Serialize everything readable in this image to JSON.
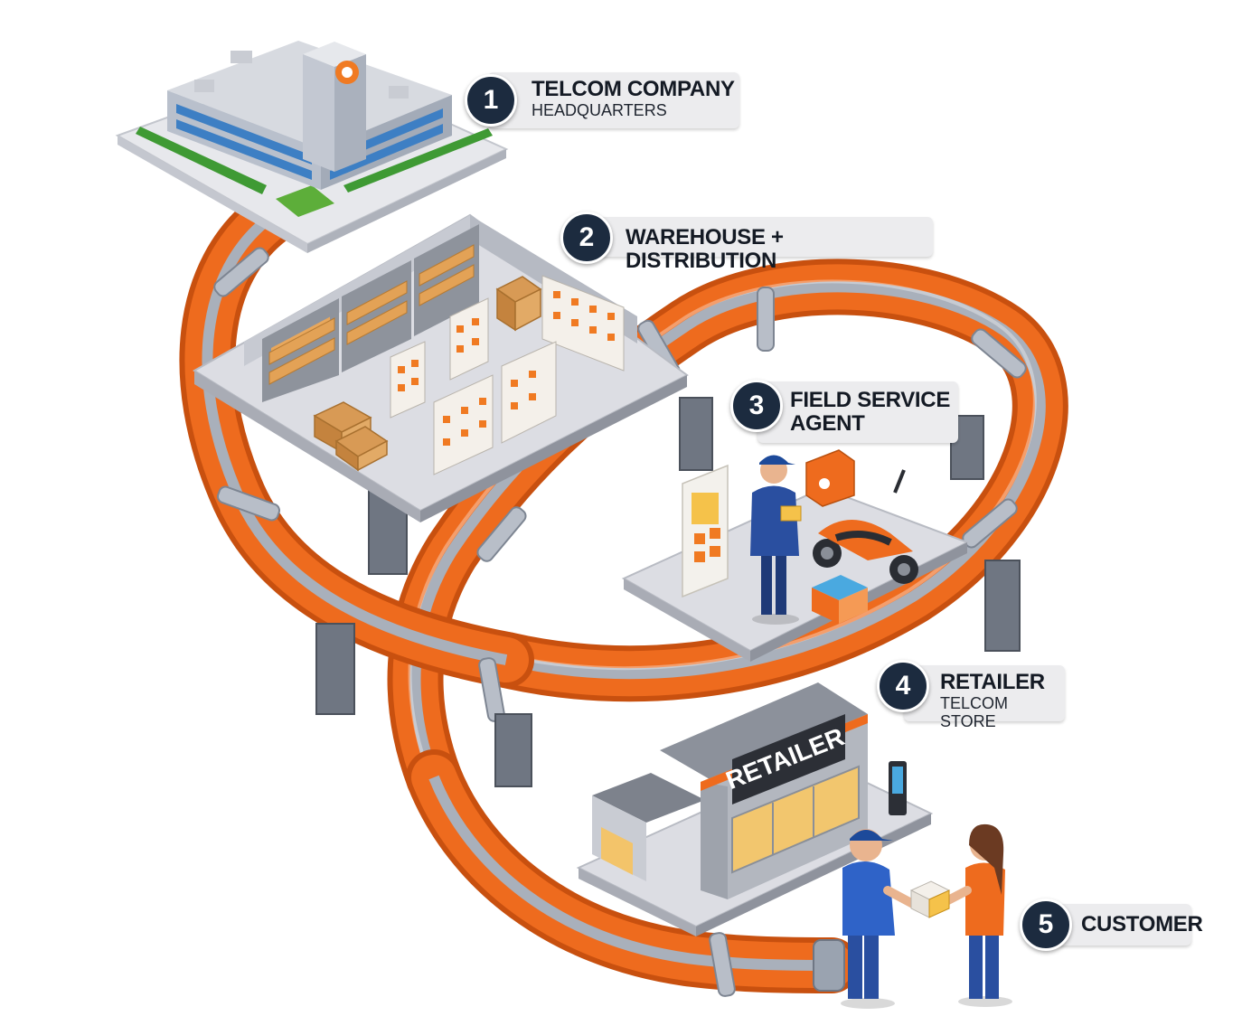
{
  "steps": [
    {
      "number": "1",
      "title": "TELCOM COMPANY",
      "subtitle": "HEADQUARTERS"
    },
    {
      "number": "2",
      "title": "WAREHOUSE + DISTRIBUTION",
      "subtitle": ""
    },
    {
      "number": "3",
      "title": "FIELD SERVICE",
      "title_line2": "AGENT",
      "subtitle": ""
    },
    {
      "number": "4",
      "title": "RETAILER",
      "subtitle": "TELCOM STORE"
    },
    {
      "number": "5",
      "title": "CUSTOMER",
      "subtitle": ""
    }
  ],
  "store_sign": "RETAILER",
  "colors": {
    "pipe": "#ee6b1e",
    "pipe_band": "#9aa3b0",
    "badge": "#1c2b3f",
    "platform": "#dcdde3",
    "brand": "#f07a22"
  }
}
